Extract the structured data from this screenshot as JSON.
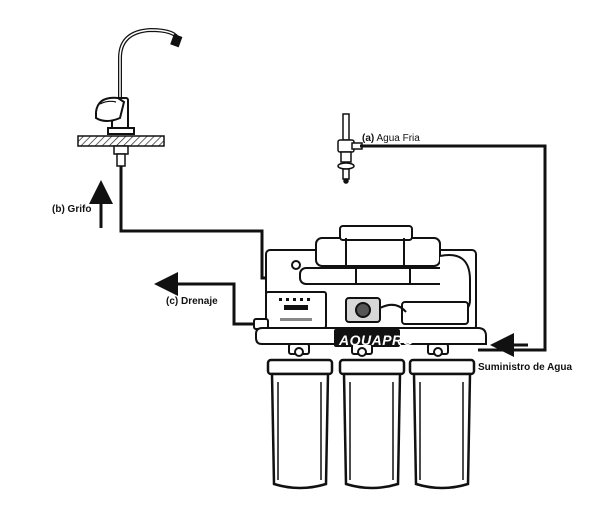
{
  "labels": {
    "agua_fria_tag": "(a)",
    "agua_fria_text": "Agua Fria",
    "grifo": "(b) Grifo",
    "drenaje": "(c) Drenaje",
    "suministro": "Suministro de Agua"
  },
  "brand": {
    "name": "AQUAPRO"
  },
  "colors": {
    "line": "#111111",
    "background": "#ffffff"
  }
}
